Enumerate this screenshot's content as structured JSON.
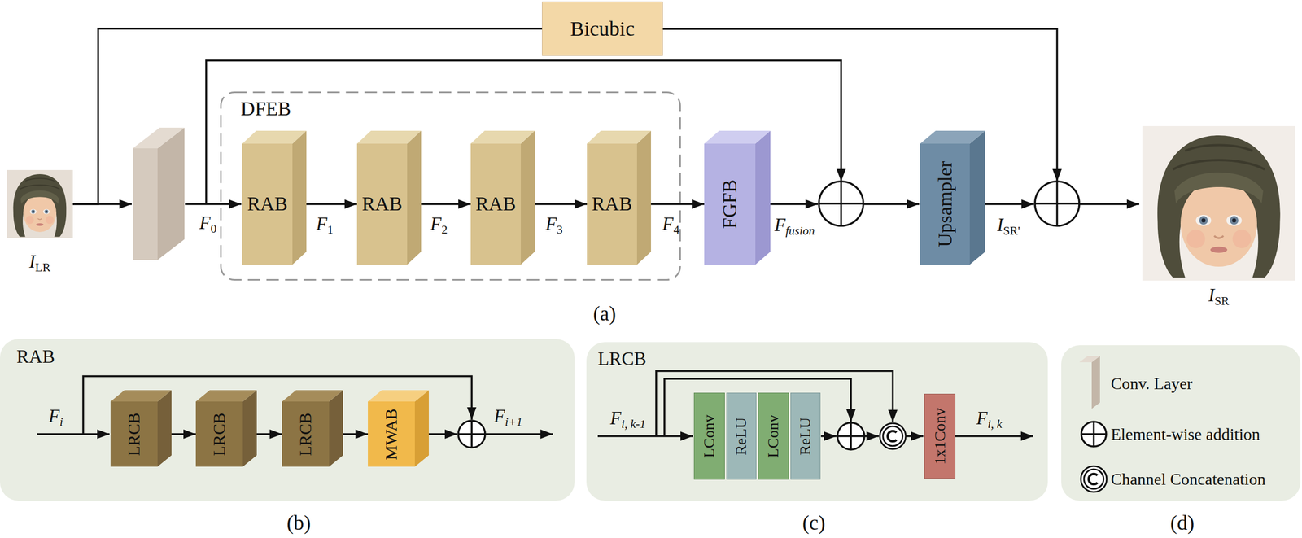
{
  "diagram": {
    "nodes": [
      {
        "text": [
          "ILR"
        ]
      },
      {
        "text": [
          "Bicubic"
        ]
      },
      {
        "text": [
          "DFEB"
        ]
      },
      {
        "text": [
          "RAB"
        ],
        "in": 2
      },
      {
        "text": [
          "RAB"
        ],
        "in": 2
      },
      {
        "text": [
          "RAB"
        ],
        "in": 2
      },
      {
        "text": [
          "RAB"
        ],
        "in": 2
      },
      {
        "text": [
          "FGFB"
        ]
      },
      {
        "text": [
          "Upsampler"
        ]
      },
      {
        "text": [
          "ISR"
        ]
      },
      {
        "text": [
          "RAB"
        ]
      },
      {
        "text": [
          "LRCB"
        ],
        "in": 10
      },
      {
        "text": [
          "LRCB"
        ],
        "in": 10
      },
      {
        "text": [
          "LRCB"
        ],
        "in": 10
      },
      {
        "text": [
          "MWAB"
        ],
        "in": 10
      },
      {
        "text": [
          "LRCB"
        ]
      },
      {
        "text": [
          "LConv"
        ],
        "in": 15
      },
      {
        "text": [
          "ReLU"
        ],
        "in": 15
      },
      {
        "text": [
          "LConv"
        ],
        "in": 15
      },
      {
        "text": [
          "ReLU"
        ],
        "in": 15
      },
      {
        "text": [
          "1x1Conv"
        ],
        "in": 15
      }
    ],
    "edges": [
      {
        "from": 0,
        "to": 1,
        "arrow": "none"
      },
      {
        "from": 3,
        "to": 4,
        "label": "F1",
        "arrow": "to"
      },
      {
        "from": 4,
        "to": 5,
        "label": "F2",
        "arrow": "to"
      },
      {
        "from": 5,
        "to": 6,
        "label": "F3",
        "arrow": "to"
      },
      {
        "from": 6,
        "to": 7,
        "label": "F4",
        "arrow": "to"
      },
      {
        "from": 11,
        "to": 12,
        "arrow": "to"
      },
      {
        "from": 12,
        "to": 13,
        "arrow": "to"
      },
      {
        "from": 13,
        "to": 14,
        "arrow": "to"
      }
    ],
    "labels": [
      "F0",
      "Ffusion",
      "ISR'",
      "(a)",
      "Fi",
      "Fi+1",
      "(b)",
      "Fi, k-1",
      "Fi, k",
      "(c)",
      "(d)"
    ],
    "legend": [
      {
        "text": "Conv. Layer",
        "color": "#d5cabe"
      },
      {
        "text": "Element-wise addition"
      },
      {
        "text": "Channel Concatenation"
      }
    ]
  }
}
